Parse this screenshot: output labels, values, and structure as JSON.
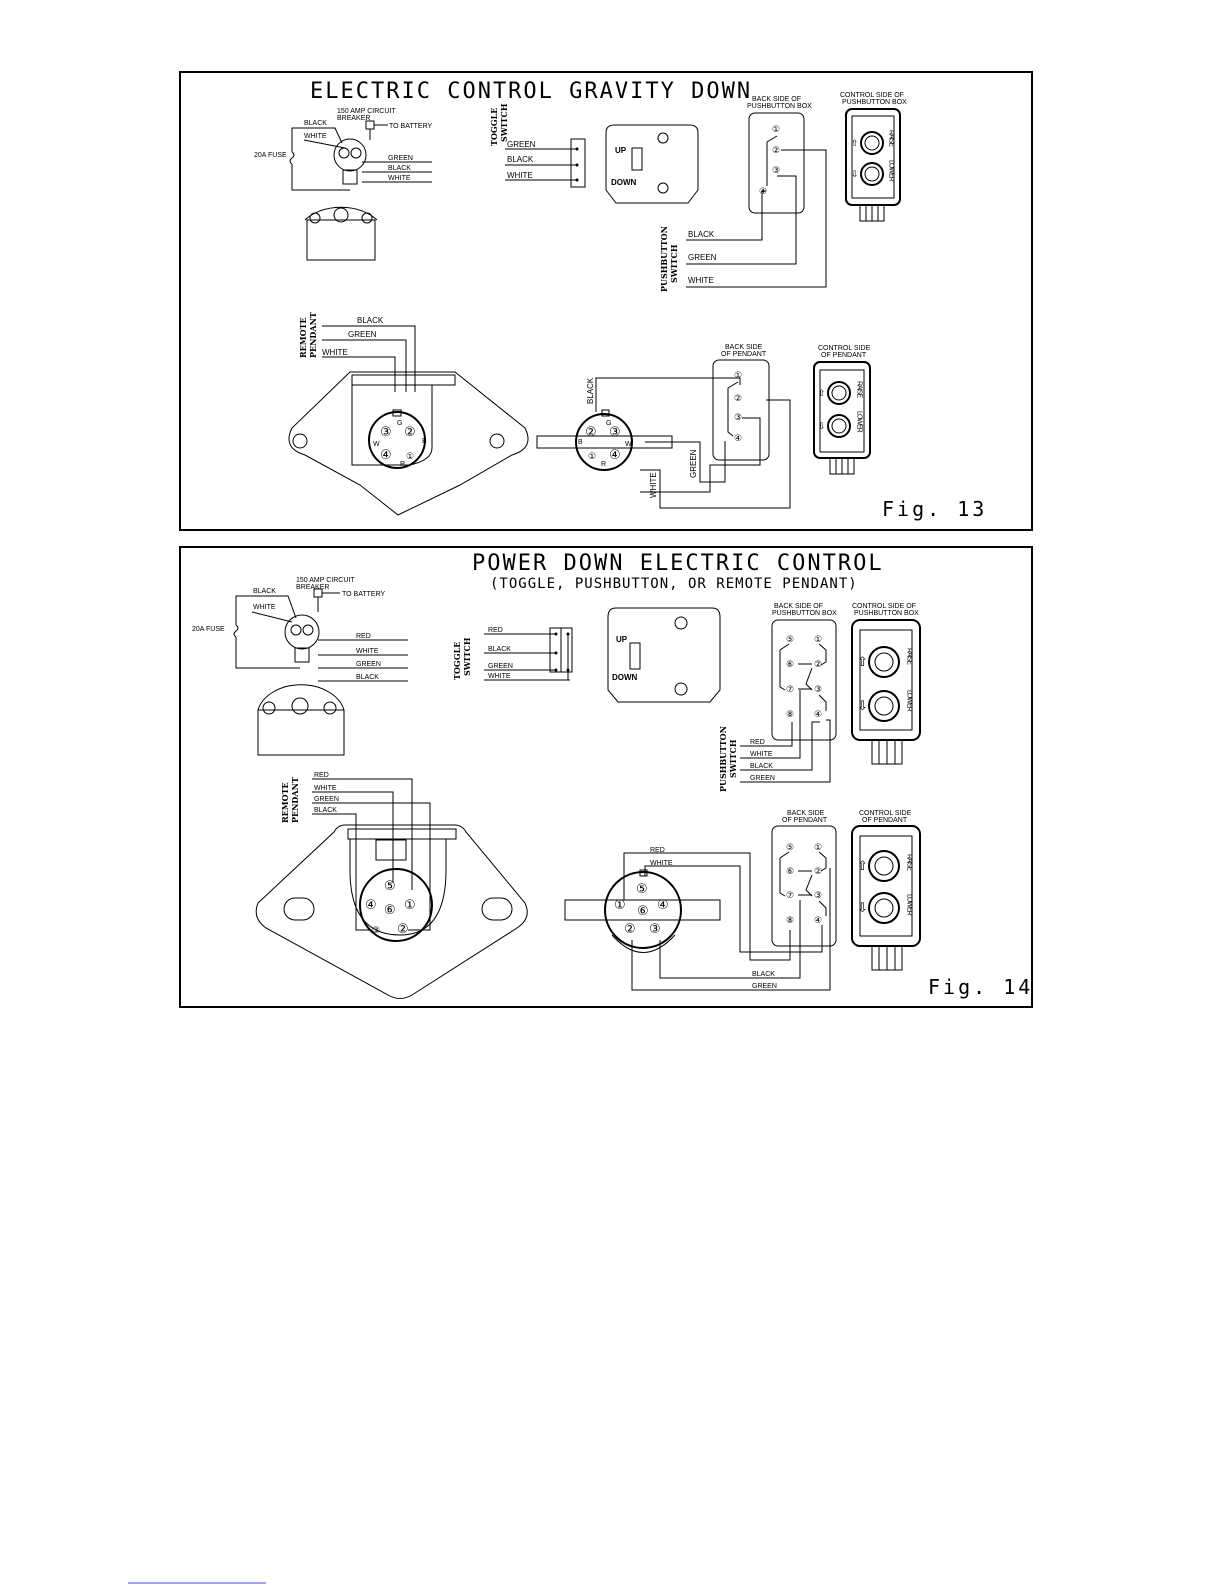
{
  "fig13": {
    "title": "ELECTRIC CONTROL GRAVITY DOWN",
    "figure_label": "Fig. 13",
    "motor": {
      "breaker": [
        "150 AMP CIRCUIT",
        "BREAKER"
      ],
      "to_battery": "TO BATTERY",
      "fuse": "20A FUSE",
      "wires_left": [
        "BLACK",
        "WHITE"
      ],
      "wires_right": [
        "GREEN",
        "BLACK",
        "WHITE"
      ]
    },
    "toggle": {
      "label": [
        "TOGGLE",
        "SWITCH"
      ],
      "wires": [
        "GREEN",
        "BLACK",
        "WHITE"
      ],
      "up": "UP",
      "down": "DOWN"
    },
    "pushbutton": {
      "back_label": [
        "BACK SIDE OF",
        "PUSHBUTTON BOX"
      ],
      "control_label": [
        "CONTROL SIDE OF",
        "PUSHBUTTON BOX"
      ],
      "switch_label": [
        "PUSHBUTTON",
        "SWITCH"
      ],
      "wires": [
        "BLACK",
        "GREEN",
        "WHITE"
      ],
      "terminals": [
        "①",
        "②",
        "③",
        "④"
      ],
      "raise": "RAISE",
      "lower": "LOWER"
    },
    "remote": {
      "label": [
        "REMOTE",
        "PENDANT"
      ],
      "wires": [
        "BLACK",
        "GREEN",
        "WHITE"
      ],
      "socket_pins": [
        "③",
        "②",
        "④",
        "①"
      ],
      "socket_letters": [
        "G",
        "W",
        "B",
        "R"
      ],
      "plug_pins": [
        "②",
        "③",
        "①",
        "④"
      ],
      "plug_letters": [
        "G",
        "B",
        "W",
        "R"
      ],
      "plug_wires": [
        "BLACK",
        "WHITE",
        "GREEN"
      ],
      "back_label": [
        "BACK SIDE",
        "OF PENDANT"
      ],
      "control_label": [
        "CONTROL SIDE",
        "OF PENDANT"
      ],
      "terminals": [
        "①",
        "②",
        "③",
        "④"
      ]
    }
  },
  "fig14": {
    "title": "POWER DOWN ELECTRIC CONTROL",
    "subtitle": "(TOGGLE, PUSHBUTTON, OR REMOTE PENDANT)",
    "figure_label": "Fig. 14",
    "motor": {
      "breaker": [
        "150 AMP CIRCUIT",
        "BREAKER"
      ],
      "to_battery": "TO BATTERY",
      "fuse": "20A FUSE",
      "wires_left": [
        "BLACK",
        "WHITE"
      ],
      "wires_right": [
        "RED",
        "WHITE",
        "GREEN",
        "BLACK"
      ]
    },
    "toggle": {
      "label": [
        "TOGGLE",
        "SWITCH"
      ],
      "wires": [
        "RED",
        "BLACK",
        "GREEN",
        "WHITE"
      ],
      "up": "UP",
      "down": "DOWN"
    },
    "pushbutton": {
      "back_label": [
        "BACK SIDE OF",
        "PUSHBUTTON BOX"
      ],
      "control_label": [
        "CONTROL SIDE OF",
        "PUSHBUTTON BOX"
      ],
      "switch_label": [
        "PUSHBUTTON",
        "SWITCH"
      ],
      "wires": [
        "RED",
        "WHITE",
        "BLACK",
        "GREEN"
      ],
      "terminals": [
        "⑤",
        "①",
        "⑥",
        "②",
        "⑦",
        "③",
        "⑧",
        "④"
      ],
      "raise": "RAISE",
      "lower": "LOWER"
    },
    "remote": {
      "label": [
        "REMOTE",
        "PENDANT"
      ],
      "wires": [
        "RED",
        "WHITE",
        "GREEN",
        "BLACK"
      ],
      "socket_pins": [
        "⑤",
        "④",
        "⑥",
        "①",
        "③",
        "②"
      ],
      "plug_pins": [
        "⑤",
        "①",
        "⑥",
        "④",
        "②",
        "③"
      ],
      "plug_wires": [
        "RED",
        "WHITE",
        "BLACK",
        "GREEN"
      ],
      "back_label": [
        "BACK SIDE",
        "OF PENDANT"
      ],
      "control_label": [
        "CONTROL SIDE",
        "OF PENDANT"
      ],
      "terminals": [
        "⑤",
        "①",
        "⑥",
        "②",
        "⑦",
        "③",
        "⑧",
        "④"
      ]
    }
  }
}
